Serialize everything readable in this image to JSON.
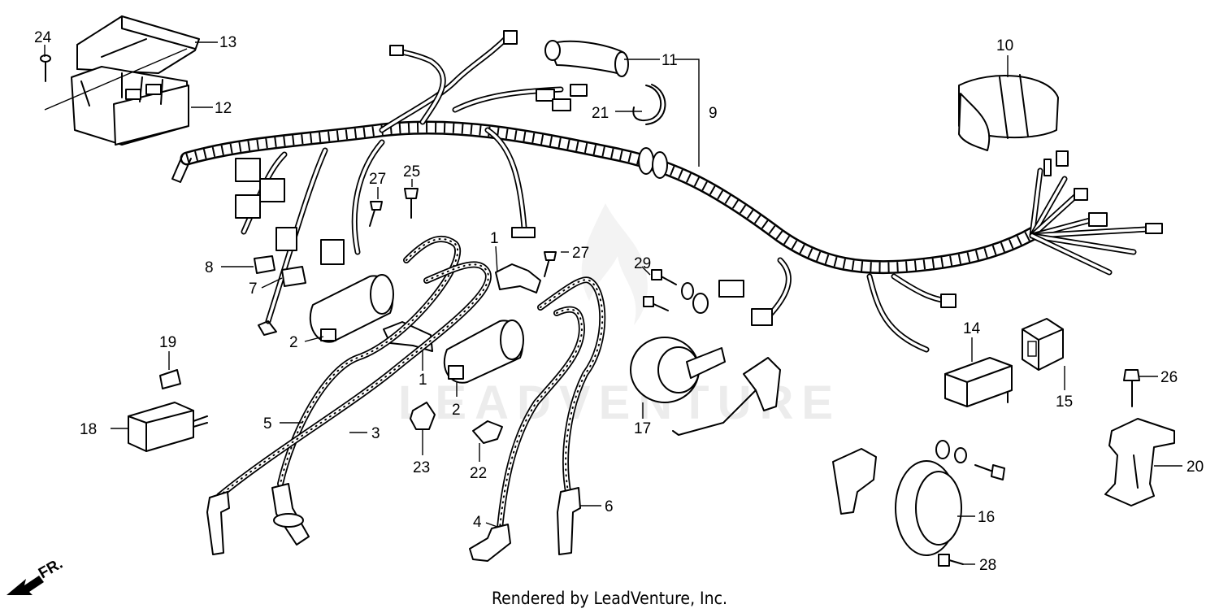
{
  "watermark": "LEADVENTURE",
  "footer_text": "Rendered by LeadVenture, Inc.",
  "direction_label": "FR.",
  "callouts": [
    {
      "id": "24",
      "text": "24"
    },
    {
      "id": "13",
      "text": "13"
    },
    {
      "id": "12",
      "text": "12"
    },
    {
      "id": "11",
      "text": "11"
    },
    {
      "id": "9",
      "text": "9"
    },
    {
      "id": "21",
      "text": "21"
    },
    {
      "id": "10",
      "text": "10"
    },
    {
      "id": "27a",
      "text": "27"
    },
    {
      "id": "25",
      "text": "25"
    },
    {
      "id": "1a",
      "text": "1"
    },
    {
      "id": "27b",
      "text": "27"
    },
    {
      "id": "29",
      "text": "29"
    },
    {
      "id": "8",
      "text": "8"
    },
    {
      "id": "7",
      "text": "7"
    },
    {
      "id": "2a",
      "text": "2"
    },
    {
      "id": "19",
      "text": "19"
    },
    {
      "id": "1b",
      "text": "1"
    },
    {
      "id": "2b",
      "text": "2"
    },
    {
      "id": "17",
      "text": "17"
    },
    {
      "id": "14",
      "text": "14"
    },
    {
      "id": "15",
      "text": "15"
    },
    {
      "id": "26",
      "text": "26"
    },
    {
      "id": "18",
      "text": "18"
    },
    {
      "id": "5",
      "text": "5"
    },
    {
      "id": "3",
      "text": "3"
    },
    {
      "id": "23",
      "text": "23"
    },
    {
      "id": "22",
      "text": "22"
    },
    {
      "id": "20",
      "text": "20"
    },
    {
      "id": "16",
      "text": "16"
    },
    {
      "id": "4",
      "text": "4"
    },
    {
      "id": "6",
      "text": "6"
    },
    {
      "id": "28",
      "text": "28"
    }
  ]
}
